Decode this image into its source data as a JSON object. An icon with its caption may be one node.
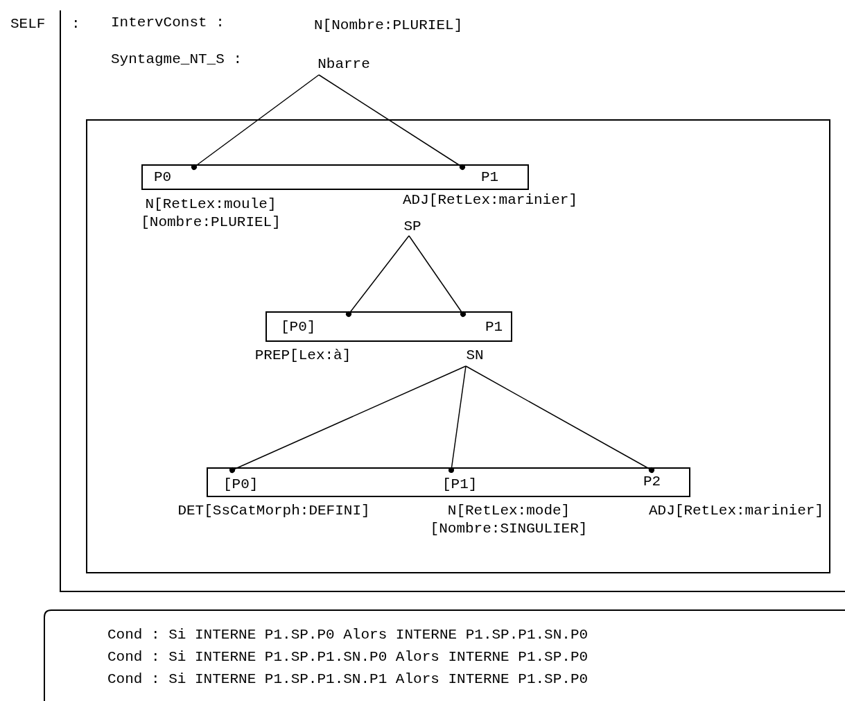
{
  "diagram": {
    "nodes": [
      {
        "text": [
          "Nbarre"
        ]
      },
      {
        "text": [],
        "shape": "box"
      },
      {
        "text": [
          "P0"
        ],
        "in": 1,
        "beside": [
          "N[RetLex:moule] [Nombre:PLURIEL]"
        ]
      },
      {
        "text": [
          "P1"
        ],
        "in": 1,
        "beside": [
          "ADJ[RetLex:marinier]"
        ]
      },
      {
        "text": [
          "SP"
        ]
      },
      {
        "text": [],
        "shape": "box"
      },
      {
        "text": [
          "[P0]"
        ],
        "in": 5,
        "beside": [
          "PREP[Lex:à]"
        ]
      },
      {
        "text": [
          "P1"
        ],
        "in": 5
      },
      {
        "text": [
          "SN"
        ]
      },
      {
        "text": [],
        "shape": "box"
      },
      {
        "text": [
          "[P0]"
        ],
        "in": 9,
        "beside": [
          "DET[SsCatMorph:DEFINI]"
        ]
      },
      {
        "text": [
          "[P1]"
        ],
        "in": 9,
        "beside": [
          "N[RetLex:mode] [Nombre:SINGULIER]"
        ]
      },
      {
        "text": [
          "P2"
        ],
        "in": 9,
        "beside": [
          "ADJ[RetLex:marinier]"
        ]
      }
    ],
    "edges": [
      {
        "from": 0,
        "to": 2,
        "arrow": "other"
      },
      {
        "from": 0,
        "to": 3,
        "arrow": "other"
      },
      {
        "from": 4,
        "to": 6,
        "arrow": "other"
      },
      {
        "from": 4,
        "to": 7,
        "arrow": "other"
      },
      {
        "from": 8,
        "to": 10,
        "arrow": "other"
      },
      {
        "from": 8,
        "to": 11,
        "arrow": "other"
      },
      {
        "from": 8,
        "to": 12,
        "arrow": "other"
      }
    ],
    "labels": [
      "SELF",
      ":",
      "IntervConst :",
      "N[Nombre:PLURIEL]",
      "Syntagme_NT_S :",
      "Cond : Si INTERNE P1.SP.P0 Alors INTERNE P1.SP.P1.SN.P0",
      "Cond : Si INTERNE P1.SP.P1.SN.P0 Alors INTERNE P1.SP.P0",
      "Cond : Si INTERNE P1.SP.P1.SN.P1 Alors INTERNE P1.SP.P0"
    ]
  }
}
